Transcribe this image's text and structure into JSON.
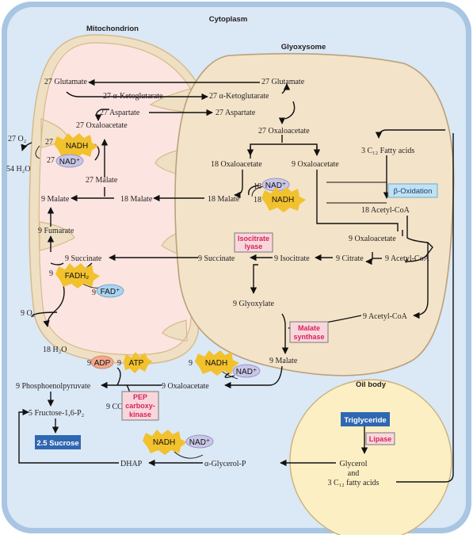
{
  "compartments": {
    "cytoplasm": "Cytoplasm",
    "mitochondrion": "Mitochondrion",
    "glyoxysome": "Glyoxysome",
    "oil_body": "Oil body"
  },
  "mitochondrion": {
    "glutamate": "27 Glutamate",
    "ketoglutarate": "27 α-Ketoglutarate",
    "aspartate": "27 Aspartate",
    "oxaloacetate": "27 Oxaloacetate",
    "malate_27": "27 Malate",
    "malate_18": "18 Malate",
    "malate_9": "9 Malate",
    "fumarate": "9 Fumarate",
    "succinate": "9 Succinate",
    "nadh_coef": "27",
    "nad_coef": "27",
    "fadh_coef": "9",
    "fad_coef": "9"
  },
  "outside_mito": {
    "o2_27": "27 O₂",
    "h2o_54": "54 H₂O",
    "o2_9": "9 O₂",
    "h2o_18": "18 H₂O"
  },
  "glyoxysome": {
    "glutamate": "27 Glutamate",
    "ketoglutarate": "27 α-Ketoglutarate",
    "aspartate": "27 Aspartate",
    "oxaloacetate_27": "27 Oxaloacetate",
    "oxaloacetate_18": "18 Oxaloacetate",
    "oxaloacetate_9a": "9 Oxaloacetate",
    "malate_18": "18 Malate",
    "nad_coef": "18",
    "nadh_coef": "18",
    "fatty_acids": "3 C₁₂ Fatty acids",
    "beta_oxidation": "β-Oxidation",
    "acetyl_coa_18": "18 Acetyl-CoA",
    "oxaloacetate_9b": "9 Oxaloacetate",
    "acetyl_coa_9a": "9 Acetyl-CoA",
    "citrate": "9 Citrate",
    "isocitrate": "9 Isocitrate",
    "succinate": "9 Succinate",
    "isocitrate_lyase_1": "Isocitrate",
    "isocitrate_lyase_2": "lyase",
    "glyoxylate": "9 Glyoxylate",
    "acetyl_coa_9b": "9 Acetyl-CoA",
    "malate_synthase_1": "Malate",
    "malate_synthase_2": "synthase",
    "malate_9": "9 Malate"
  },
  "cytosol": {
    "nadh_coef": "9",
    "nad_coef": "9",
    "oxaloacetate": "9 Oxaloacetate",
    "adp_coef": "9",
    "atp_coef": "9",
    "pep": "9 Phosphoenolpyruvate",
    "co2": "9 CO₂",
    "pepck_1": "PEP",
    "pepck_2": "carboxy-",
    "pepck_3": "kinase",
    "fructose": "5 Fructose-1,6-P₂",
    "sucrose": "2.5 Sucrose",
    "dhap": "DHAP",
    "glycerol_p": "α-Glycerol-P"
  },
  "oil_body": {
    "triglyceride": "Triglyceride",
    "lipase": "Lipase",
    "glycerol": "Glycerol",
    "and": "and",
    "fatty_acids": "3 C₁₂ fatty acids"
  },
  "cofactors": {
    "nadh": "NADH",
    "nad": "NAD⁺",
    "fadh2": "FADH₂",
    "fad": "FAD⁺",
    "adp": "ADP",
    "atp": "ATP"
  },
  "colors": {
    "cell_border": "#a8c6e2",
    "cytoplasm": "#dbe8f5",
    "mito_outer": "#efe0c4",
    "mito_matrix": "#fce4e0",
    "glyoxysome": "#f3e3c9",
    "oil_body": "#fcefc4",
    "nadh_burst": "#f2c12e",
    "nad_oval": "#c9c6e6",
    "fad_oval": "#a9d4f0",
    "adp_oval": "#f2a98e",
    "enzyme_box": "#f8d7dc",
    "enzyme_text": "#d6245a",
    "dark_box": "#2f67b1",
    "beta_box": "#bfe3f2"
  }
}
